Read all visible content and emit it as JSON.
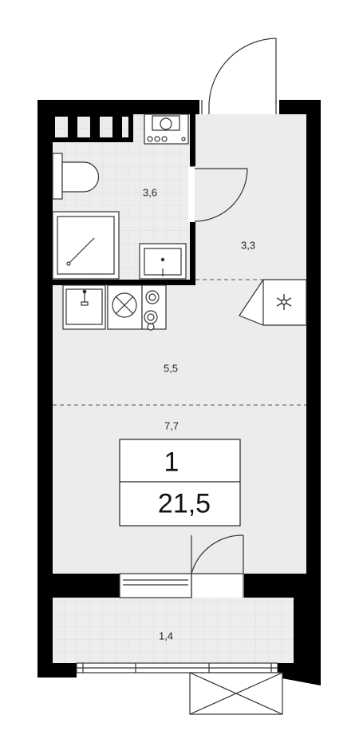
{
  "plan": {
    "rooms": [
      {
        "id": "bathroom",
        "area": "3,6"
      },
      {
        "id": "hallway",
        "area": "3,3"
      },
      {
        "id": "kitchen",
        "area": "5,5"
      },
      {
        "id": "living",
        "area": "7,7"
      },
      {
        "id": "balcony",
        "area": "1,4"
      }
    ],
    "summary": {
      "rooms_count": "1",
      "total_area": "21,5"
    },
    "colors": {
      "wall": "#000000",
      "floor": "#ececec",
      "tile_grid": "#e2e2e2",
      "line": "#555555"
    }
  }
}
